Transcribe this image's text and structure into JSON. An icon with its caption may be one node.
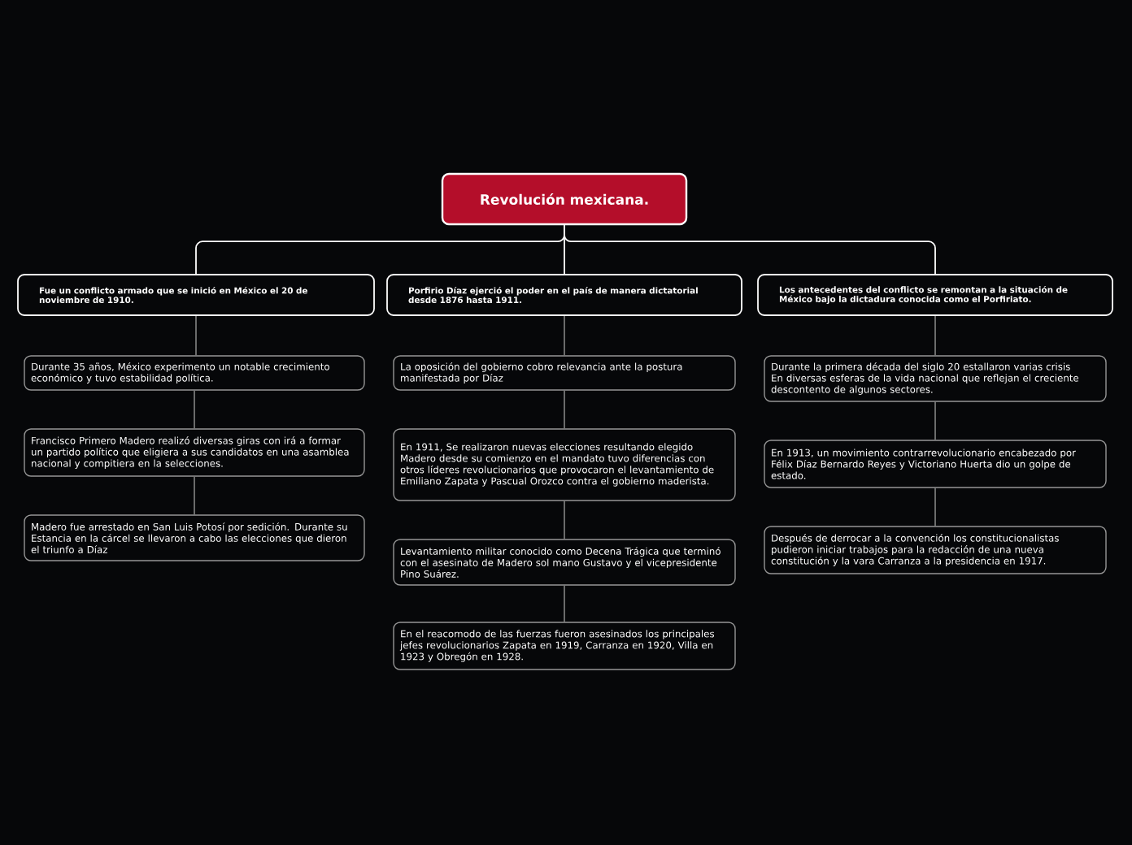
{
  "diagram": {
    "nodes": [
      {
        "text": [
          "Revolución mexicana."
        ]
      },
      {
        "text": [
          "Fue un conflicto armado que se inició en México el 20 de noviembre de 1910."
        ]
      },
      {
        "text": [
          "Porfirio Díaz ejerció el poder en el país de manera dictatorial desde 1876 hasta 1911."
        ]
      },
      {
        "text": [
          "Los antecedentes del conflicto se remontan a la situación de México bajo la dictadura conocida como el Porfiriato."
        ]
      },
      {
        "text": [
          "Durante 35 años, México experimento un notable crecimiento económico y tuvo estabilidad política."
        ]
      },
      {
        "text": [
          "Francisco Primero Madero realizó diversas giras con irá a formar un partido político que eligiera a sus candidatos en una asamblea nacional y compitiera en la selecciones."
        ]
      },
      {
        "text": [
          "Madero fue arrestado en San Luis Potosí por sedición. Durante su Estancia en la cárcel se llevaron a cabo las elecciones que dieron el triunfo a Díaz"
        ]
      },
      {
        "text": [
          "La oposición del gobierno cobro relevancia ante la postura manifestada por Díaz"
        ]
      },
      {
        "text": [
          "En 1911, Se realizaron nuevas elecciones resultando elegido Madero desde su comienzo en el mandato tuvo diferencias con otros líderes revolucionarios que provocaron el levantamiento de Emiliano Zapata y Pascual Orozco contra el gobierno maderista."
        ]
      },
      {
        "text": [
          "Levantamiento militar conocido como Decena Trágica que terminó con el asesinato de Madero sol mano Gustavo y el vicepresidente Pino Suárez."
        ]
      },
      {
        "text": [
          "En el reacomodo de las fuerzas fueron asesinados los principales jefes revolucionarios Zapata en 1919, Carranza en 1920, Villa en 1923 y Obregón en 1928."
        ]
      },
      {
        "text": [
          "Durante la primera década del siglo 20 estallaron varias crisis En diversas esferas de la vida nacional que reflejan el creciente descontento de algunos sectores."
        ]
      },
      {
        "text": [
          "En 1913, un movimiento contrarrevolucionario encabezado por Félix Díaz Bernardo Reyes y Victoriano Huerta dio un golpe de estado."
        ]
      },
      {
        "text": [
          "Después de derrocar a la convención los constitucionalistas pudieron iniciar trabajos para la redacción de una nueva constitución y la vara Carranza a la presidencia en 1917."
        ]
      }
    ],
    "edges": [
      {
        "from": 0,
        "to": 1,
        "arrow": "none",
        "color": "#ffffff"
      },
      {
        "from": 0,
        "to": 2,
        "arrow": "none",
        "color": "#ffffff"
      },
      {
        "from": 0,
        "to": 3,
        "arrow": "none",
        "color": "#ffffff"
      },
      {
        "from": 1,
        "to": 4,
        "arrow": "none"
      },
      {
        "from": 4,
        "to": 5,
        "arrow": "none"
      },
      {
        "from": 5,
        "to": 6,
        "arrow": "none"
      },
      {
        "from": 2,
        "to": 7,
        "arrow": "none"
      },
      {
        "from": 7,
        "to": 8,
        "arrow": "none"
      },
      {
        "from": 8,
        "to": 9,
        "arrow": "none"
      },
      {
        "from": 9,
        "to": 10,
        "arrow": "none"
      },
      {
        "from": 3,
        "to": 11,
        "arrow": "none"
      },
      {
        "from": 11,
        "to": 12,
        "arrow": "none"
      },
      {
        "from": 12,
        "to": 13,
        "arrow": "none"
      }
    ]
  }
}
